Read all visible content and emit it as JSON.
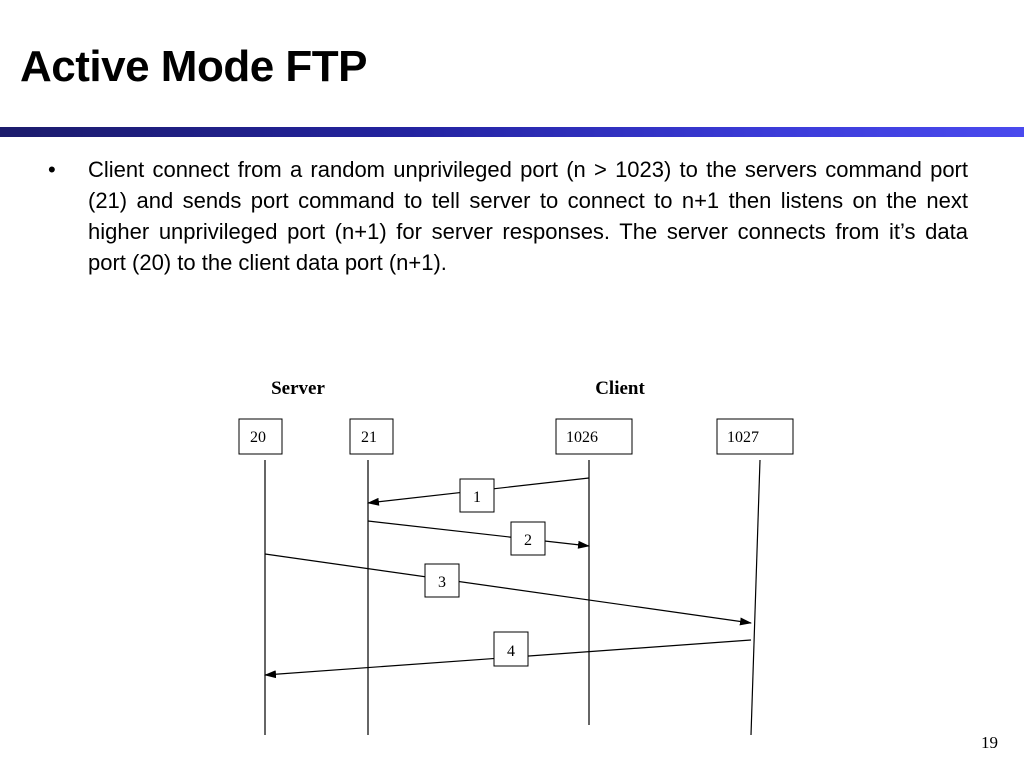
{
  "slide": {
    "title": "Active Mode FTP",
    "bullet_marker": "•",
    "bullet_text": "Client connect from a random unprivileged port (n > 1023) to the servers command port (21) and sends port command to tell server to connect to n+1 then listens on the next higher unprivileged port (n+1) for server responses. The server connects from it’s data port (20) to the client data port (n+1).",
    "page_number": "19"
  },
  "diagram": {
    "server_label": "Server",
    "client_label": "Client",
    "ports": [
      "20",
      "21",
      "1026",
      "1027"
    ],
    "steps": [
      "1",
      "2",
      "3",
      "4"
    ]
  },
  "colors": {
    "rule_start": "#1c1c6c",
    "rule_end": "#4a4aee",
    "ink": "#000000"
  }
}
